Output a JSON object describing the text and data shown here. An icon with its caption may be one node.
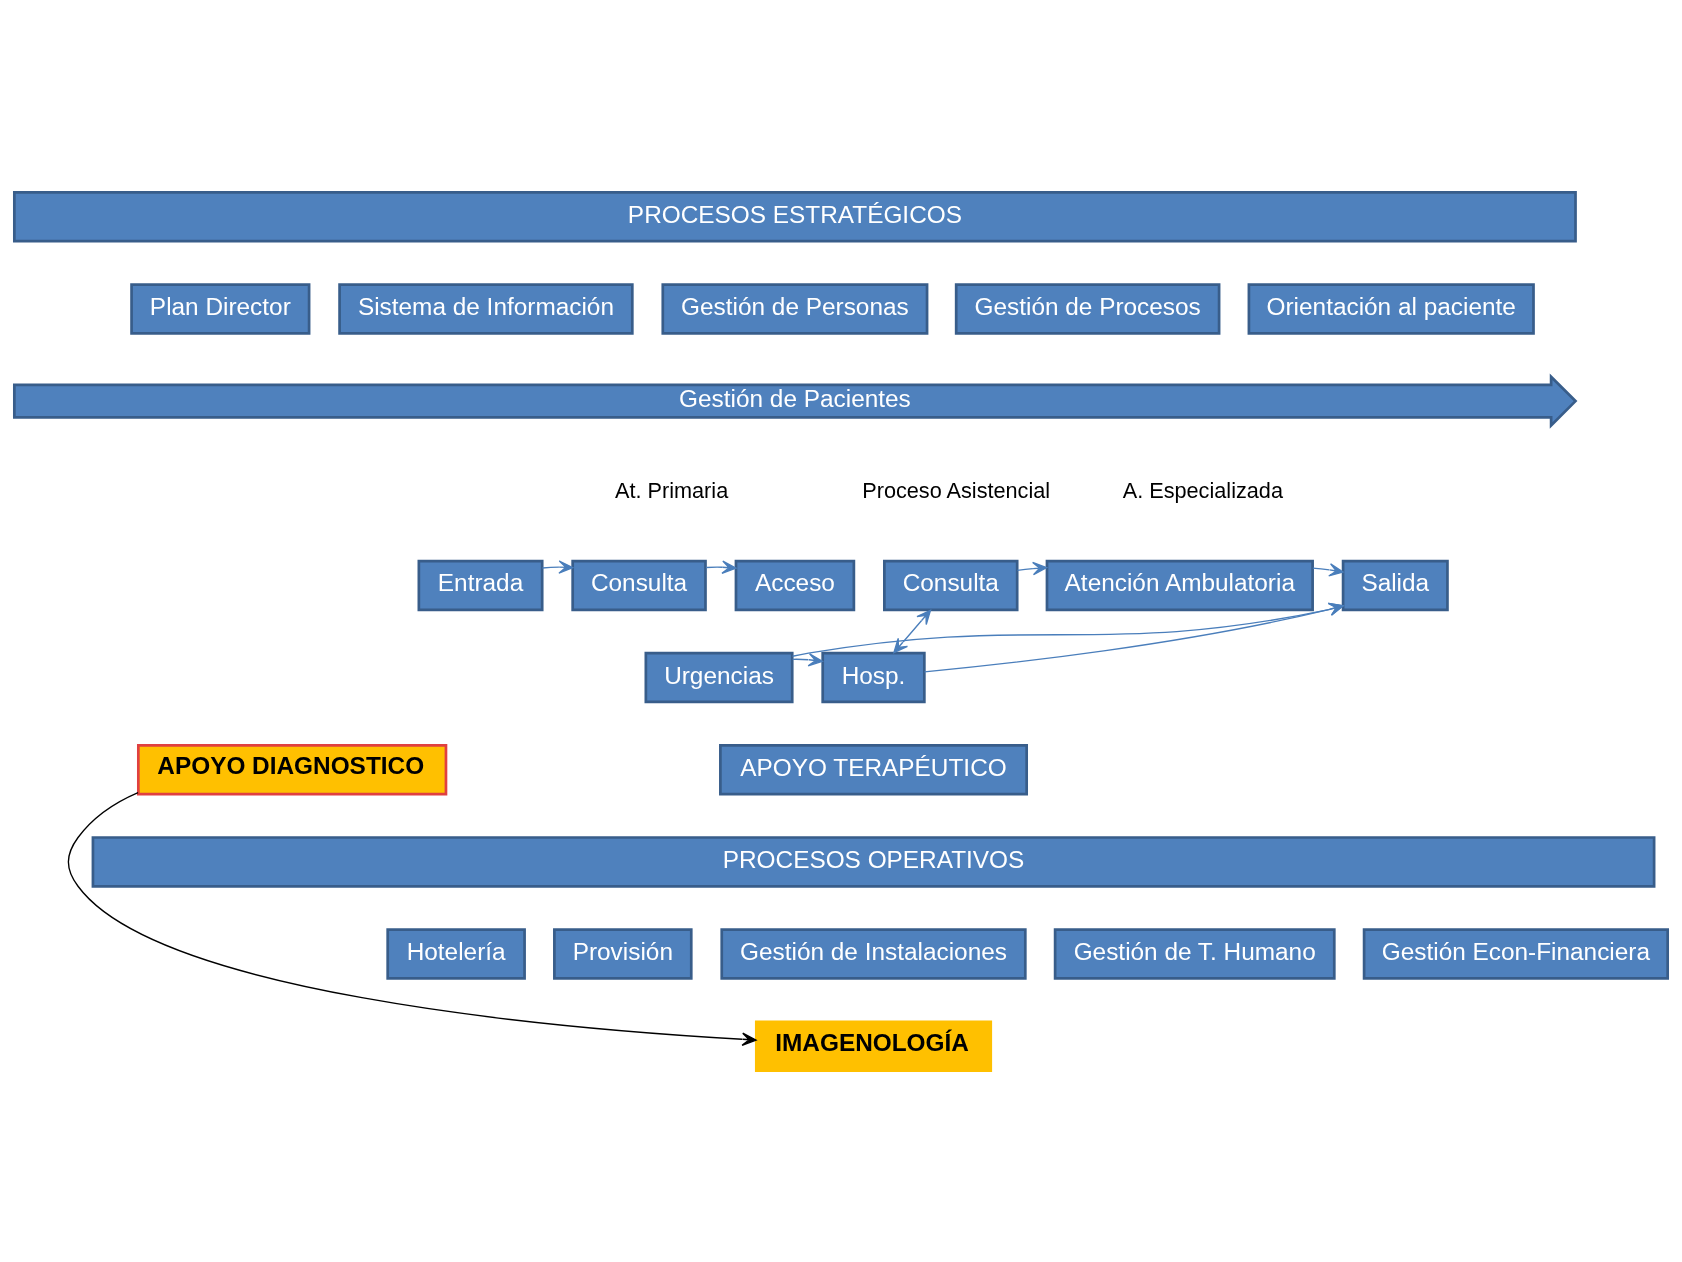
{
  "diagram": {
    "nodes": [
      {
        "text": [
          "PROCESOS ESTRATÉGICOS"
        ]
      },
      {
        "text": [
          "Plan Director"
        ]
      },
      {
        "text": [
          "Sistema de Información"
        ]
      },
      {
        "text": [
          "Gestión de Personas"
        ]
      },
      {
        "text": [
          "Gestión de Procesos"
        ]
      },
      {
        "text": [
          "Orientación al paciente"
        ]
      },
      {
        "text": [
          "Gestión de Pacientes"
        ]
      },
      {
        "text": [
          "Entrada"
        ]
      },
      {
        "text": [
          "Consulta"
        ]
      },
      {
        "text": [
          "Acceso"
        ]
      },
      {
        "text": [
          "Consulta"
        ]
      },
      {
        "text": [
          "Atención Ambulatoria"
        ]
      },
      {
        "text": [
          "Urgencias"
        ]
      },
      {
        "text": [
          "Hosp."
        ]
      },
      {
        "text": [
          "Salida"
        ]
      },
      {
        "text": [
          "APOYO DIAGNOSTICO"
        ]
      },
      {
        "text": [
          "APOYO TERAPÉUTICO"
        ]
      },
      {
        "text": [
          "PROCESOS OPERATIVOS"
        ]
      },
      {
        "text": [
          "Hotelería"
        ]
      },
      {
        "text": [
          "Provisión"
        ]
      },
      {
        "text": [
          "Gestión de Instalaciones"
        ]
      },
      {
        "text": [
          "Gestión de T. Humano"
        ]
      },
      {
        "text": [
          "Gestión Econ-Financiera"
        ]
      },
      {
        "text": [
          "IMAGENOLOGÍA"
        ]
      }
    ],
    "edges": [
      {
        "from": 7,
        "to": 8,
        "arrow": "to"
      },
      {
        "from": 8,
        "to": 9,
        "arrow": "to"
      },
      {
        "from": 10,
        "to": 11,
        "arrow": "to"
      },
      {
        "from": 10,
        "to": 13,
        "arrow": "both"
      },
      {
        "from": 12,
        "to": 13,
        "arrow": "to"
      },
      {
        "from": 11,
        "to": 14,
        "arrow": "to"
      },
      {
        "from": 13,
        "to": 14,
        "arrow": "to"
      },
      {
        "from": 12,
        "to": 14,
        "arrow": "to"
      },
      {
        "from": 15,
        "to": 23,
        "arrow": "to",
        "color": "#000000"
      }
    ],
    "labels": [
      "At. Primaria",
      "Proceso Asistencial",
      "A. Especializada"
    ]
  }
}
